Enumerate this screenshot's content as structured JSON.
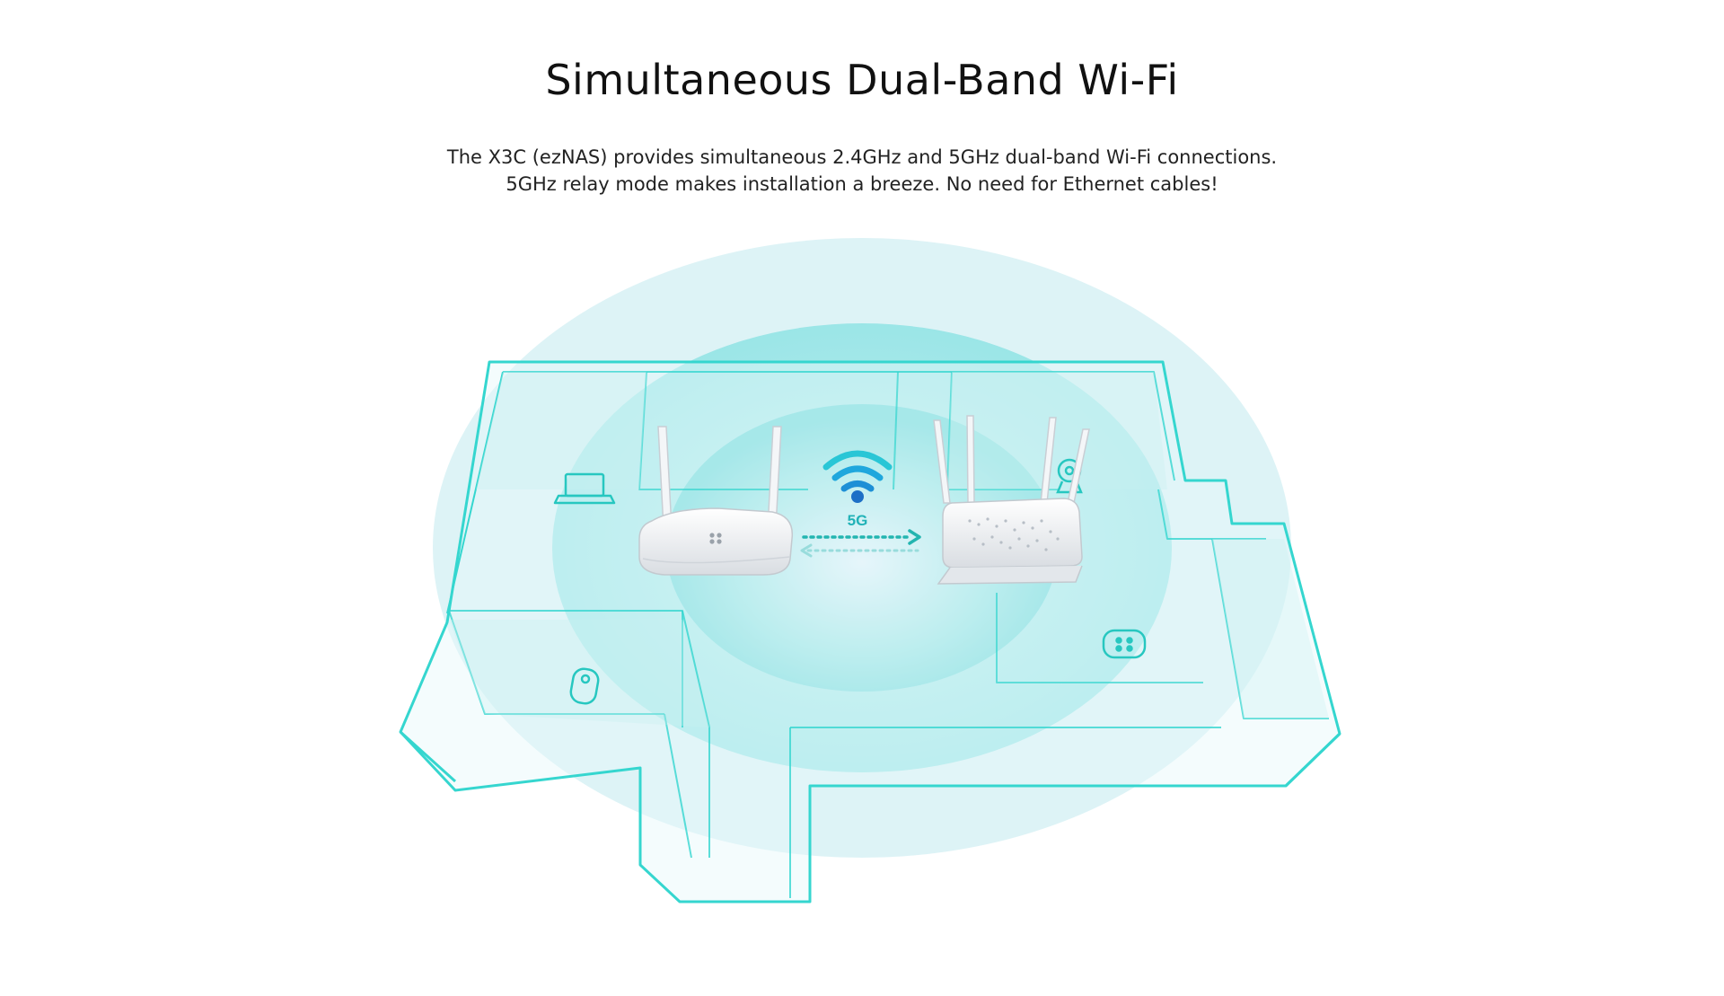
{
  "header": {
    "title": "Simultaneous Dual-Band Wi-Fi",
    "description_line1": "The X3C (ezNAS) provides simultaneous 2.4GHz and 5GHz dual-band Wi-Fi connections.",
    "description_line2": "5GHz relay mode makes installation a breeze. No need for Ethernet cables!"
  },
  "illustration": {
    "band_label": "5G",
    "colors": {
      "accent": "#2bcfc9",
      "wall_outline": "#35d6cf",
      "coverage_outer": "#dff4f7",
      "coverage_mid": "#a6e9ec",
      "coverage_inner": "#7fdfe0",
      "arrow": "#22b5b0",
      "wifi_icon": "#1d8fd6"
    },
    "icons": [
      "router-icon",
      "extender-icon",
      "wifi-signal-icon",
      "laptop-icon",
      "camera-icon",
      "smart-plug-icon",
      "speaker-icon"
    ]
  }
}
